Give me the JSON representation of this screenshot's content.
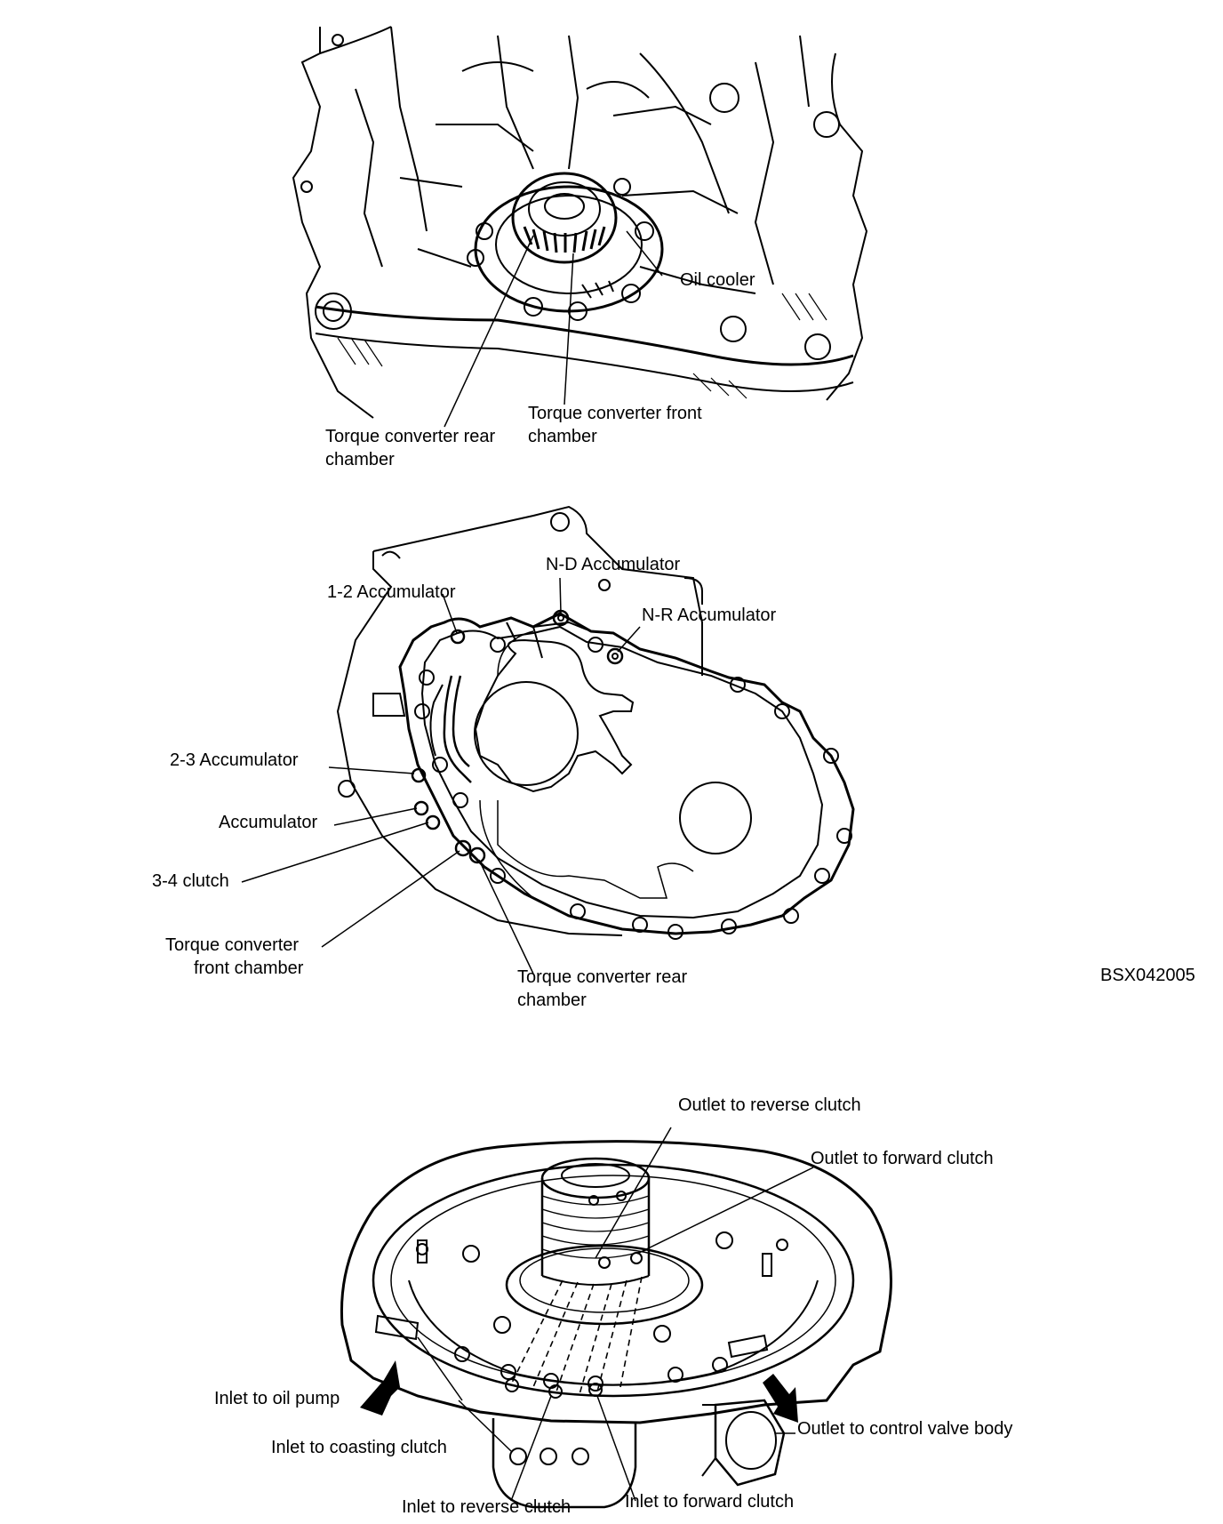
{
  "figure_ref": "BSX042005",
  "top_view": {
    "labels": {
      "oil_cooler": "Oil cooler",
      "tc_front_1": "Torque converter front",
      "tc_front_2": "chamber",
      "tc_rear_1": "Torque converter rear",
      "tc_rear_2": "chamber"
    }
  },
  "middle_view": {
    "labels": {
      "nd_accumulator": "N-D Accumulator",
      "acc_12": "1-2 Accumulator",
      "nr_accumulator": "N-R Accumulator",
      "acc_23": "2-3 Accumulator",
      "accumulator": "Accumulator",
      "clutch_34": "3-4 clutch",
      "tc_front_1": "Torque converter",
      "tc_front_2": "front chamber",
      "tc_rear_1": "Torque converter rear",
      "tc_rear_2": "chamber"
    }
  },
  "bottom_view": {
    "labels": {
      "outlet_reverse": "Outlet to reverse clutch",
      "outlet_forward": "Outlet to forward clutch",
      "inlet_oil_pump": "Inlet to oil pump",
      "outlet_control": "Outlet to control valve body",
      "inlet_coasting": "Inlet to coasting clutch",
      "inlet_reverse": "Inlet to reverse clutch",
      "inlet_forward": "Inlet to forward clutch"
    }
  },
  "colors": {
    "ink": "#000000",
    "paper": "#ffffff"
  }
}
